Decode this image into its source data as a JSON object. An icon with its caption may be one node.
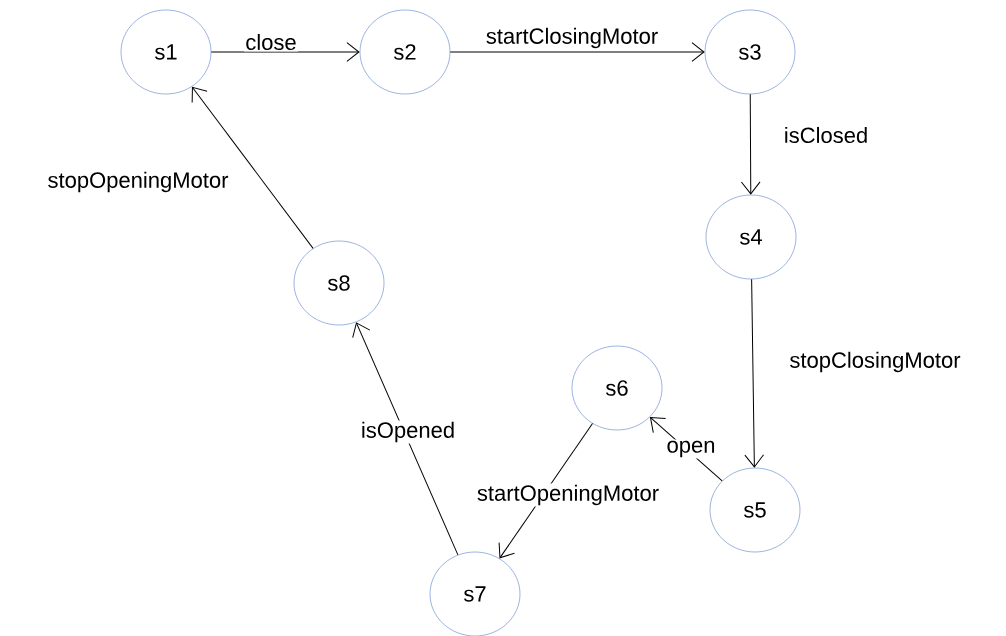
{
  "diagram": {
    "nodes": [
      {
        "text": [
          "s1"
        ]
      },
      {
        "text": [
          "s2"
        ]
      },
      {
        "text": [
          "s3"
        ]
      },
      {
        "text": [
          "s4"
        ]
      },
      {
        "text": [
          "s5"
        ]
      },
      {
        "text": [
          "s6"
        ]
      },
      {
        "text": [
          "s7"
        ]
      },
      {
        "text": [
          "s8"
        ]
      }
    ],
    "edges": [
      {
        "from": 0,
        "to": 1,
        "arrow": "to",
        "label": "close"
      },
      {
        "from": 1,
        "to": 2,
        "arrow": "to",
        "label": "startClosingMotor"
      },
      {
        "from": 2,
        "to": 3,
        "arrow": "to",
        "label": "isClosed"
      },
      {
        "from": 3,
        "to": 4,
        "arrow": "to",
        "label": "stopClosingMotor"
      },
      {
        "from": 4,
        "to": 5,
        "arrow": "to",
        "label": "open"
      },
      {
        "from": 5,
        "to": 6,
        "arrow": "to",
        "label": "startOpeningMotor"
      },
      {
        "from": 6,
        "to": 7,
        "arrow": "to",
        "label": "isOpened"
      },
      {
        "from": 7,
        "to": 0,
        "arrow": "to",
        "label": "stopOpeningMotor"
      }
    ]
  }
}
